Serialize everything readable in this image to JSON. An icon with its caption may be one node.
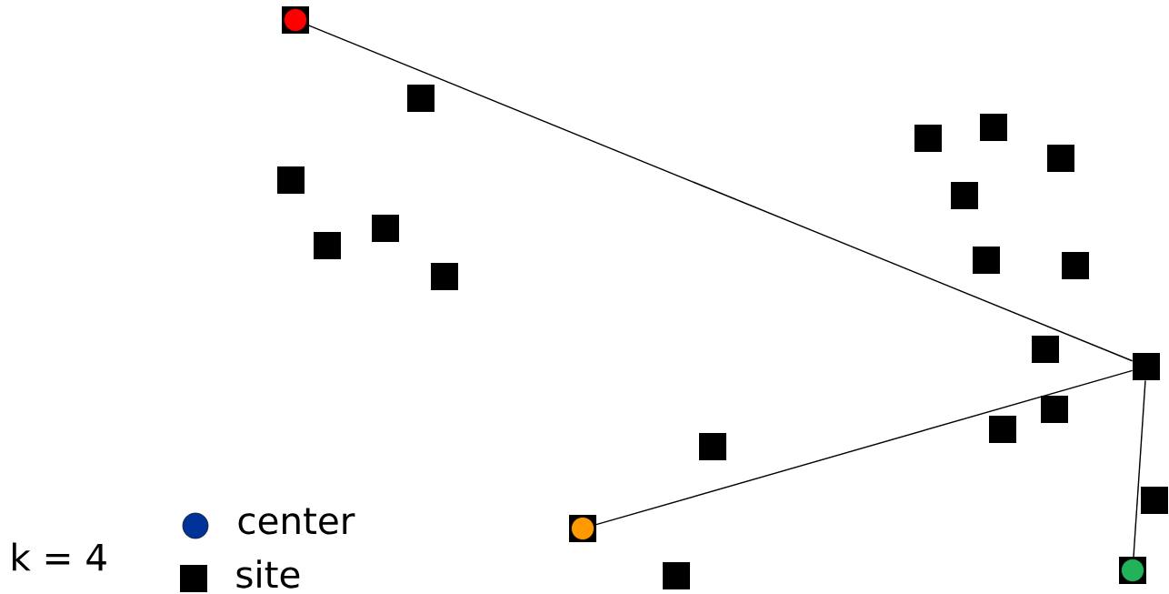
{
  "diagram": {
    "nodes": [
      {
        "text": [],
        "shape": "box"
      },
      {
        "text": [],
        "shape": "box"
      },
      {
        "text": [],
        "shape": "box"
      },
      {
        "text": [],
        "shape": "box"
      },
      {
        "text": [],
        "shape": "box"
      },
      {
        "text": [],
        "shape": "box"
      },
      {
        "text": [],
        "shape": "box"
      },
      {
        "text": [],
        "shape": "box"
      },
      {
        "text": [],
        "shape": "box"
      },
      {
        "text": [],
        "shape": "box"
      },
      {
        "text": [],
        "shape": "box"
      },
      {
        "text": [],
        "shape": "box"
      },
      {
        "text": [],
        "shape": "box"
      },
      {
        "text": [],
        "shape": "box"
      },
      {
        "text": [],
        "shape": "box"
      },
      {
        "text": [],
        "shape": "box"
      },
      {
        "text": [],
        "shape": "box"
      },
      {
        "text": [],
        "shape": "box"
      },
      {
        "text": [],
        "shape": "box"
      },
      {
        "text": [],
        "shape": "box"
      },
      {
        "text": [],
        "shape": "box"
      },
      {
        "text": [],
        "shape": "circle",
        "in": 0
      },
      {
        "text": [],
        "shape": "circle",
        "in": 17
      },
      {
        "text": [],
        "shape": "circle",
        "in": 20
      }
    ],
    "edges": [
      {
        "from": 13,
        "to": 21,
        "arrow": "none"
      },
      {
        "from": 13,
        "to": 22,
        "arrow": "none"
      },
      {
        "from": 13,
        "to": 23,
        "arrow": "none"
      }
    ],
    "labels": [
      "k = 4"
    ],
    "legend": [
      {
        "text": "center",
        "color": "#003399"
      },
      {
        "text": "site",
        "color": "#000000"
      }
    ]
  }
}
